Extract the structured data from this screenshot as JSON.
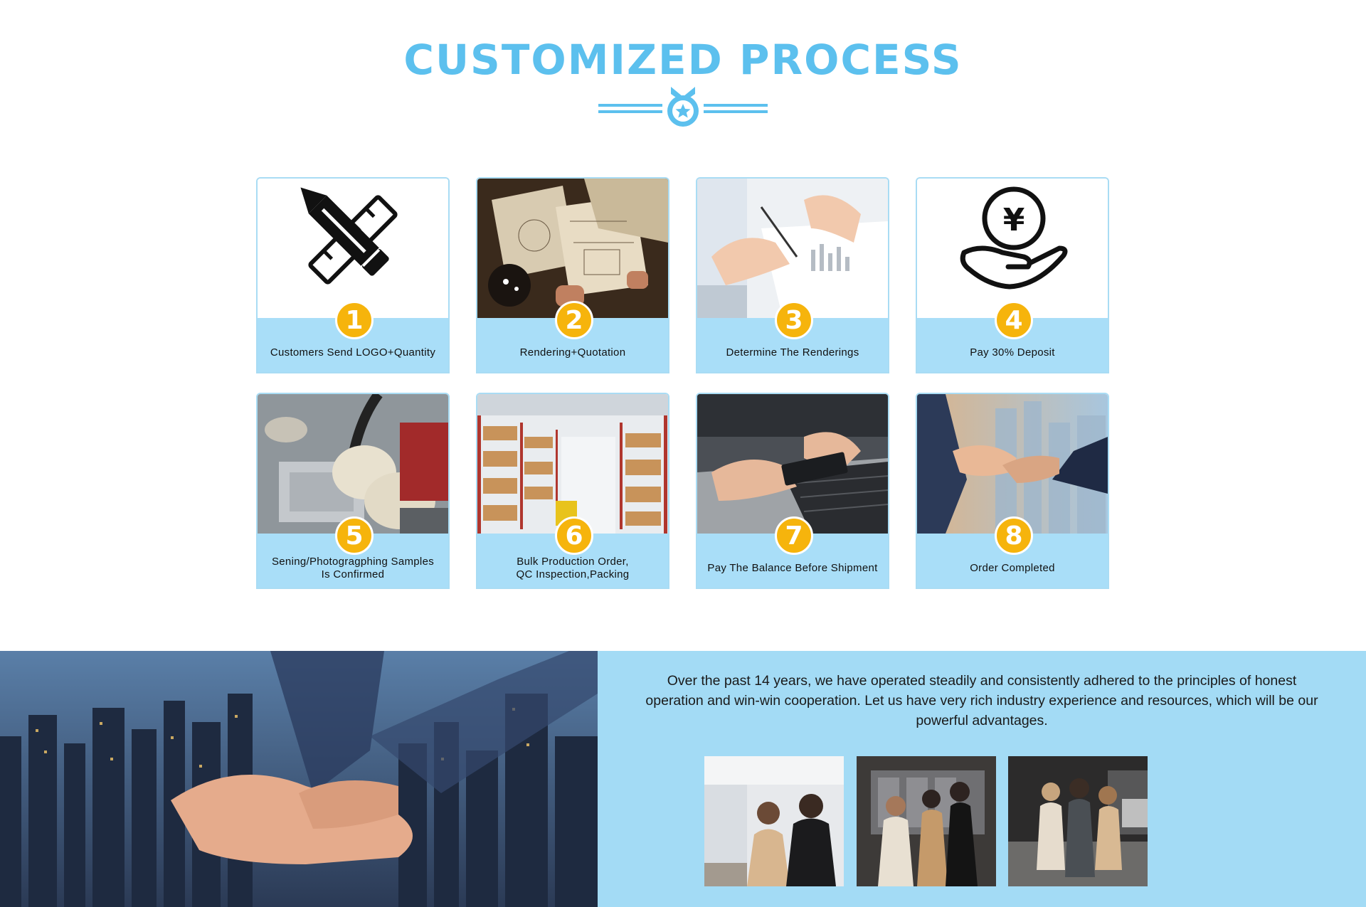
{
  "header": {
    "title": "CUSTOMIZED PROCESS",
    "accent_color": "#5cc0ee",
    "emblem_icon": "medal-star-icon"
  },
  "steps": [
    {
      "number": "1",
      "label": "Customers Send LOGO+Quantity",
      "image": "pencil-ruler-icon"
    },
    {
      "number": "2",
      "label": "Rendering+Quotation",
      "image": "design-sketches-photo"
    },
    {
      "number": "3",
      "label": "Determine The Renderings",
      "image": "documents-review-photo"
    },
    {
      "number": "4",
      "label": "Pay 30% Deposit",
      "image": "yen-coin-hand-icon"
    },
    {
      "number": "5",
      "label": "Sening/Photogragphing Samples\nIs Confirmed",
      "image": "engraving-mold-photo"
    },
    {
      "number": "6",
      "label": "Bulk Production Order,\nQC Inspection,Packing",
      "image": "warehouse-photo"
    },
    {
      "number": "7",
      "label": "Pay The Balance Before Shipment",
      "image": "card-payment-photo"
    },
    {
      "number": "8",
      "label": "Order Completed",
      "image": "handshake-photo"
    }
  ],
  "about": {
    "text": "Over the past 14 years, we have operated steadily and consistently adhered to the principles of honest operation and win-win cooperation. Let us have very rich industry experience and resources, which will be our powerful advantages.",
    "band_color": "#a3dbf5",
    "hero_image": "city-handshake-photo",
    "photos": [
      "showroom-visit-photo",
      "factory-visit-photo",
      "warehouse-visit-photo"
    ]
  },
  "colors": {
    "badge": "#f6b40c",
    "card_band": "#a9def8",
    "card_border": "#a9dcf4"
  }
}
